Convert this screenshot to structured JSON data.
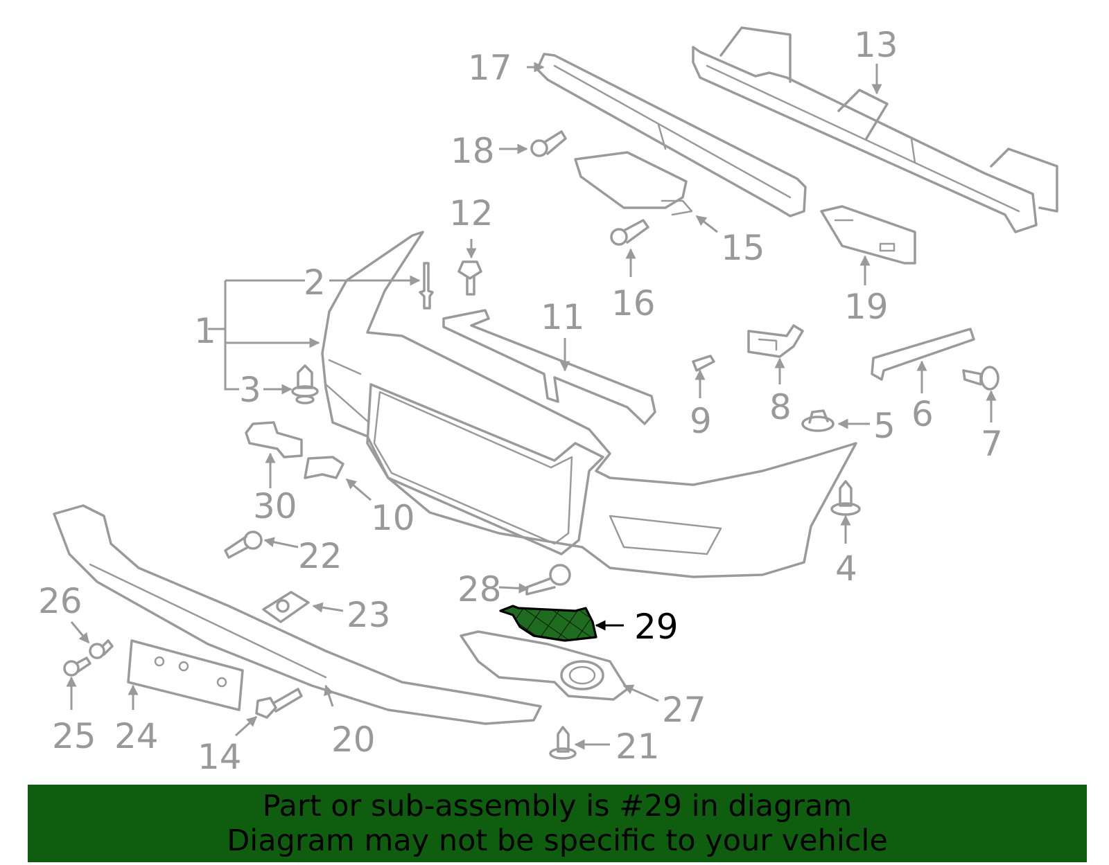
{
  "colors": {
    "part_stroke": "#9a9a9a",
    "callout_text": "#999999",
    "highlight_fill": "#1f6b1f",
    "highlight_text": "#000000",
    "banner_bg": "#0f5e0f",
    "banner_text": "#000000"
  },
  "highlight_part": "29",
  "callouts": [
    {
      "id": "1",
      "label": "1"
    },
    {
      "id": "2",
      "label": "2"
    },
    {
      "id": "3",
      "label": "3"
    },
    {
      "id": "4",
      "label": "4"
    },
    {
      "id": "5",
      "label": "5"
    },
    {
      "id": "6",
      "label": "6"
    },
    {
      "id": "7",
      "label": "7"
    },
    {
      "id": "8",
      "label": "8"
    },
    {
      "id": "9",
      "label": "9"
    },
    {
      "id": "10",
      "label": "10"
    },
    {
      "id": "11",
      "label": "11"
    },
    {
      "id": "12",
      "label": "12"
    },
    {
      "id": "13",
      "label": "13"
    },
    {
      "id": "14",
      "label": "14"
    },
    {
      "id": "15",
      "label": "15"
    },
    {
      "id": "16",
      "label": "16"
    },
    {
      "id": "17",
      "label": "17"
    },
    {
      "id": "18",
      "label": "18"
    },
    {
      "id": "19",
      "label": "19"
    },
    {
      "id": "20",
      "label": "20"
    },
    {
      "id": "21",
      "label": "21"
    },
    {
      "id": "22",
      "label": "22"
    },
    {
      "id": "23",
      "label": "23"
    },
    {
      "id": "24",
      "label": "24"
    },
    {
      "id": "25",
      "label": "25"
    },
    {
      "id": "26",
      "label": "26"
    },
    {
      "id": "27",
      "label": "27"
    },
    {
      "id": "28",
      "label": "28"
    },
    {
      "id": "29",
      "label": "29"
    },
    {
      "id": "30",
      "label": "30"
    }
  ],
  "banner": {
    "line1": "Part or sub-assembly is #29 in diagram",
    "line2": "Diagram may not be specific to your vehicle"
  }
}
